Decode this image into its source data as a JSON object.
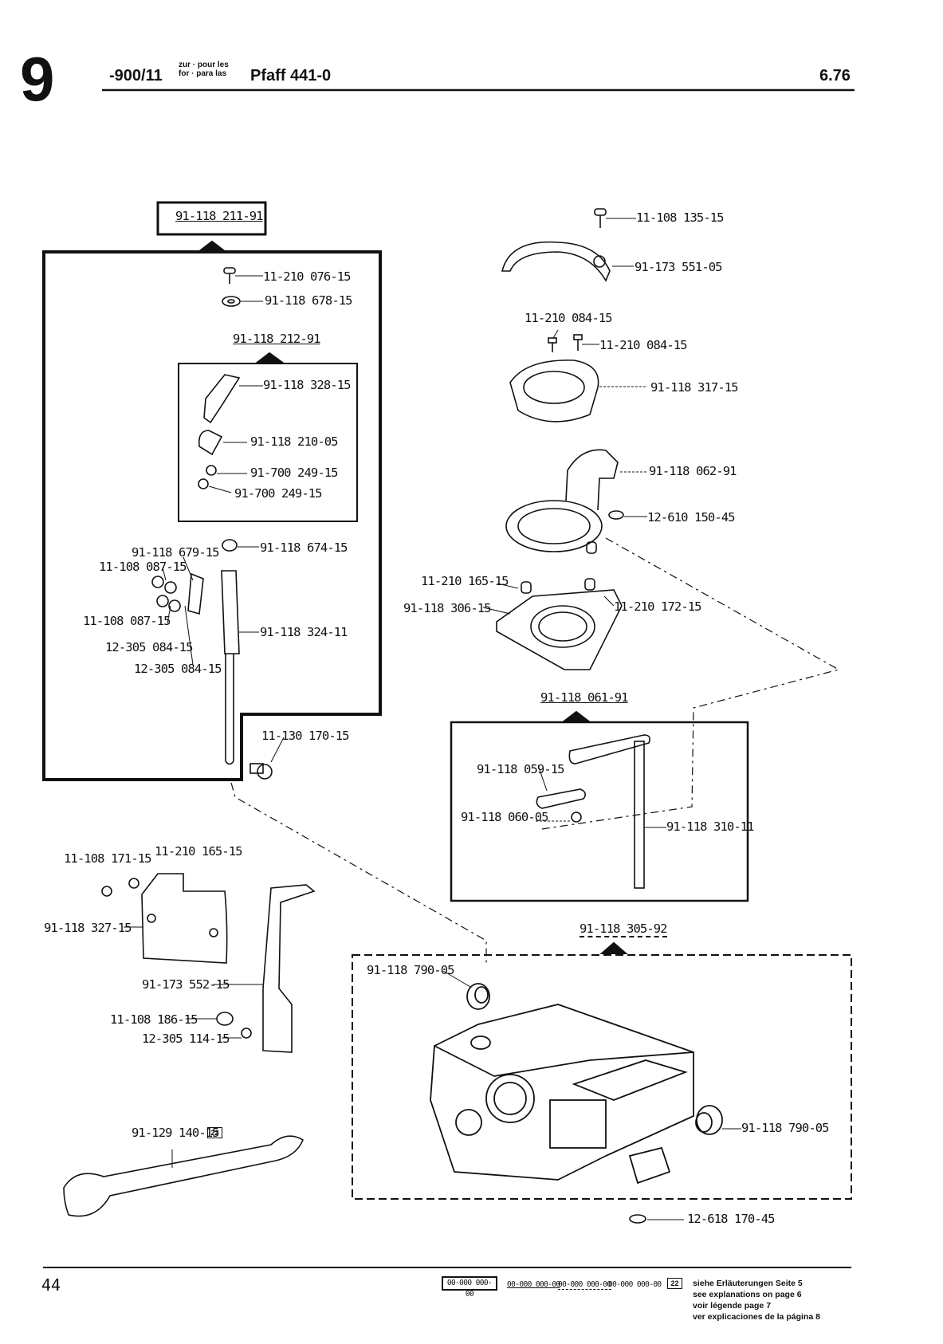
{
  "header": {
    "section": "9",
    "code": "-900/11",
    "zur_line1": "zur · pour les",
    "zur_line2": "for · para las",
    "model": "Pfaff 441-0",
    "date": "6.76"
  },
  "parts": {
    "p1": "91-118 211-91",
    "p2": "11-210 076-15",
    "p3": "91-118 678-15",
    "p4": "91-118 212-91",
    "p5": "91-118 328-15",
    "p6": "91-118 210-05",
    "p7": "91-700 249-15",
    "p8": "91-700 249-15",
    "p9": "91-118 679-15",
    "p10": "11-108 087-15",
    "p11": "91-118 674-15",
    "p12": "11-108 087-15",
    "p13": "12-305 084-15",
    "p14": "12-305 084-15",
    "p15": "91-118 324-11",
    "p16": "11-130 170-15",
    "p17": "11-108 135-15",
    "p18": "91-173 551-05",
    "p19": "11-210 084-15",
    "p20": "11-210 084-15",
    "p21": "91-118 317-15",
    "p22": "91-118 062-91",
    "p23": "12-610 150-45",
    "p24": "11-210 165-15",
    "p25": "91-118 306-15",
    "p26": "11-210 172-15",
    "p27": "91-118 061-91",
    "p28": "91-118 059-15",
    "p29": "91-118 060-05",
    "p30": "91-118 310-11",
    "p31": "11-108 171-15",
    "p32": "11-210 165-15",
    "p33": "91-118 327-15",
    "p34": "91-173 552-15",
    "p35": "11-108 186-15",
    "p36": "12-305 114-15",
    "p37": "91-129 140-15",
    "p38": "91-118 305-92",
    "p39": "91-118 790-05",
    "p40": "91-118 790-05",
    "p41": "12-618 170-45"
  },
  "badge_22": "22",
  "footer": {
    "page": "44",
    "legend_boxed": "00-000 000-00",
    "legend_underlined": "00-000 000-00",
    "legend_dashed": "00-000 000-00",
    "legend_plain": "00-000 000-00",
    "legend_badge": "22",
    "see1": "siehe Erläuterungen Seite 5",
    "see2": "see explanations on page 6",
    "see3": "voir légende page 7",
    "see4": "ver explicaciones de la página 8"
  }
}
